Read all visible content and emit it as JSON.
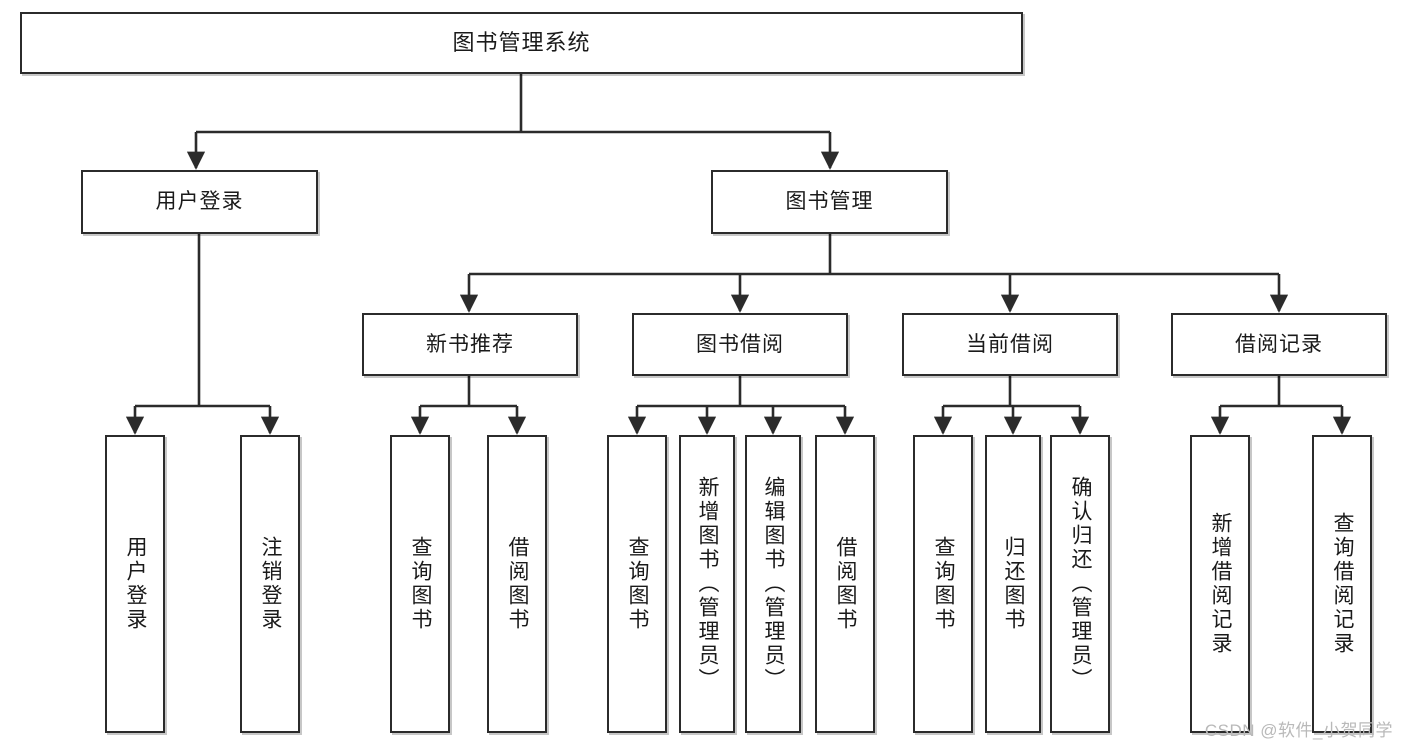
{
  "diagram": {
    "title": "图书管理系统",
    "type": "hierarchy-tree",
    "root": {
      "label": "图书管理系统"
    },
    "level2": [
      {
        "label": "用户登录"
      },
      {
        "label": "图书管理"
      }
    ],
    "level3": [
      {
        "label": "新书推荐"
      },
      {
        "label": "图书借阅"
      },
      {
        "label": "当前借阅"
      },
      {
        "label": "借阅记录"
      }
    ],
    "leaves": [
      {
        "label": "用户登录",
        "parent": "用户登录"
      },
      {
        "label": "注销登录",
        "parent": "用户登录"
      },
      {
        "label": "查询图书",
        "parent": "新书推荐"
      },
      {
        "label": "借阅图书",
        "parent": "新书推荐"
      },
      {
        "label": "查询图书",
        "parent": "图书借阅"
      },
      {
        "label": "新增图书（管理员）",
        "parent": "图书借阅"
      },
      {
        "label": "编辑图书（管理员）",
        "parent": "图书借阅"
      },
      {
        "label": "借阅图书",
        "parent": "图书借阅"
      },
      {
        "label": "查询图书",
        "parent": "当前借阅"
      },
      {
        "label": "归还图书",
        "parent": "当前借阅"
      },
      {
        "label": "确认归还（管理员）",
        "parent": "当前借阅"
      },
      {
        "label": "新增借阅记录",
        "parent": "借阅记录"
      },
      {
        "label": "查询借阅记录",
        "parent": "借阅记录"
      }
    ]
  },
  "watermark": {
    "text": "CSDN @软件_小贺同学"
  },
  "colors": {
    "stroke": "#2b2b2b",
    "fill": "#ffffff",
    "text": "#1a1a1a",
    "watermark": "#b9b9b9"
  }
}
